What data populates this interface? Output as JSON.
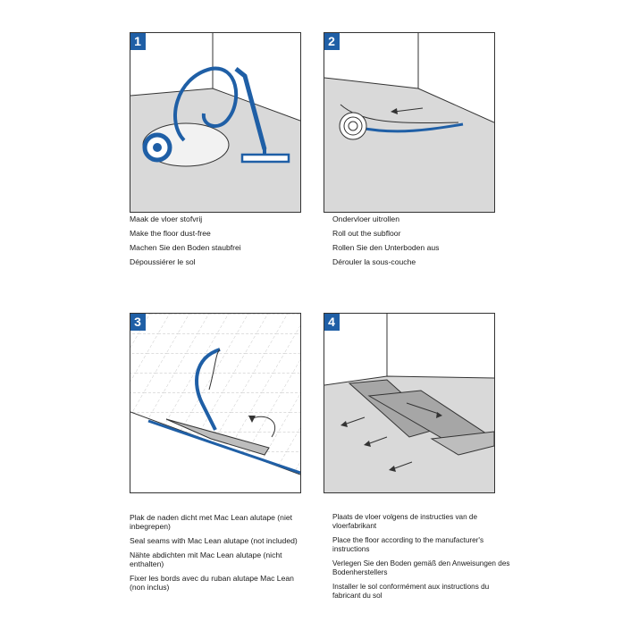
{
  "steps": [
    {
      "number": "1",
      "lines": [
        "Maak de vloer stofvrij",
        "Make the floor dust-free",
        "Machen Sie den Boden staubfrei",
        "Dépoussiérer le sol"
      ]
    },
    {
      "number": "2",
      "lines": [
        "Ondervloer uitrollen",
        "Roll out the subfloor",
        "Rollen Sie den Unterboden  aus",
        "Dérouler la sous-couche"
      ]
    },
    {
      "number": "3",
      "lines": [
        "Plak de naden dicht met Mac Lean alutape (niet inbegrepen)",
        "Seal seams with Mac Lean alutape (not included)",
        "Nähte abdichten mit Mac Lean alutape (nicht enthalten)",
        "Fixer les bords avec du ruban alutape Mac Lean (non inclus)"
      ]
    },
    {
      "number": "4",
      "lines": [
        "Plaats de vloer volgens de instructies van de vloerfabrikant",
        "Place the floor according to the manufacturer's instructions",
        "Verlegen Sie den Boden gemäß den Anweisungen des Bodenherstellers",
        "Installer le sol conformément aux instructions du fabricant du sol"
      ]
    }
  ],
  "colors": {
    "accent": "#1f5fa6",
    "floor": "#d9d9d9",
    "line": "#333333"
  },
  "icons": [
    "vacuum-cleaner-icon",
    "subfloor-roll-icon",
    "alutape-icon",
    "floor-plank-icon"
  ]
}
